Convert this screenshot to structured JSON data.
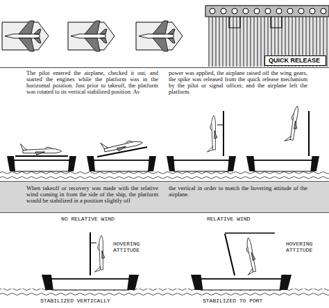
{
  "diagram": {
    "nodes": [
      {
        "text": [
          "QUICK RELEASE"
        ]
      },
      {
        "text": [
          "When takeoff or recovery was made with the relative wind coming in from the side of the ship, the platform would be stabilized in a position slightly off",
          "the vertical in order to match the hovering attitude of the airplane."
        ]
      }
    ],
    "labels": [
      "The pilot entered the airplane, checked it out, and started the engines while the platform was in the horizontal position. Just prior to takeoff, the platform was rotated to its vertical stabilized position. As",
      "power was applied, the airplane raised off the wing gears, the spike was released from the quick release mechanism by the pilot or signal officer, and the airplane left the platform.",
      "NO RELATIVE WIND",
      "HOVERING ATTITUDE",
      "STABILIZED VERTICALLY",
      "RELATIVE WIND",
      "HOVERING ATTITUDE",
      "STABILIZED TO PORT"
    ]
  }
}
